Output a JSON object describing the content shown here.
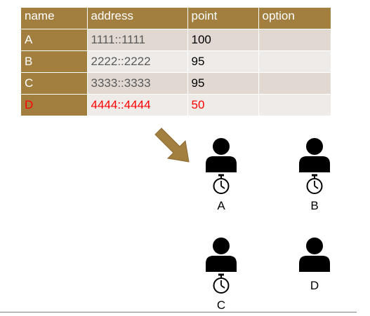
{
  "table": {
    "headers": [
      "name",
      "address",
      "point",
      "option"
    ],
    "rows": [
      {
        "name": "A",
        "address": "1111::1111",
        "point": "100",
        "option": ""
      },
      {
        "name": "B",
        "address": "2222::2222",
        "point": "95",
        "option": ""
      },
      {
        "name": "C",
        "address": "3333::3333",
        "point": "95",
        "option": ""
      },
      {
        "name": "D",
        "address": "4444::4444",
        "point": "50",
        "option": ""
      }
    ]
  },
  "nodes": [
    {
      "label": "A",
      "has_timer": true
    },
    {
      "label": "B",
      "has_timer": true
    },
    {
      "label": "C",
      "has_timer": true
    },
    {
      "label": "D",
      "has_timer": false
    }
  ],
  "icons": {
    "person": "person-icon",
    "timer": "stopwatch-icon",
    "arrow": "arrow-down-right-icon"
  },
  "colors": {
    "header_bg": "#a27f3f",
    "row_odd": "#e1d9d1",
    "row_even": "#efebe8",
    "alert": "#ff0000",
    "arrow": "#a27f3f"
  }
}
